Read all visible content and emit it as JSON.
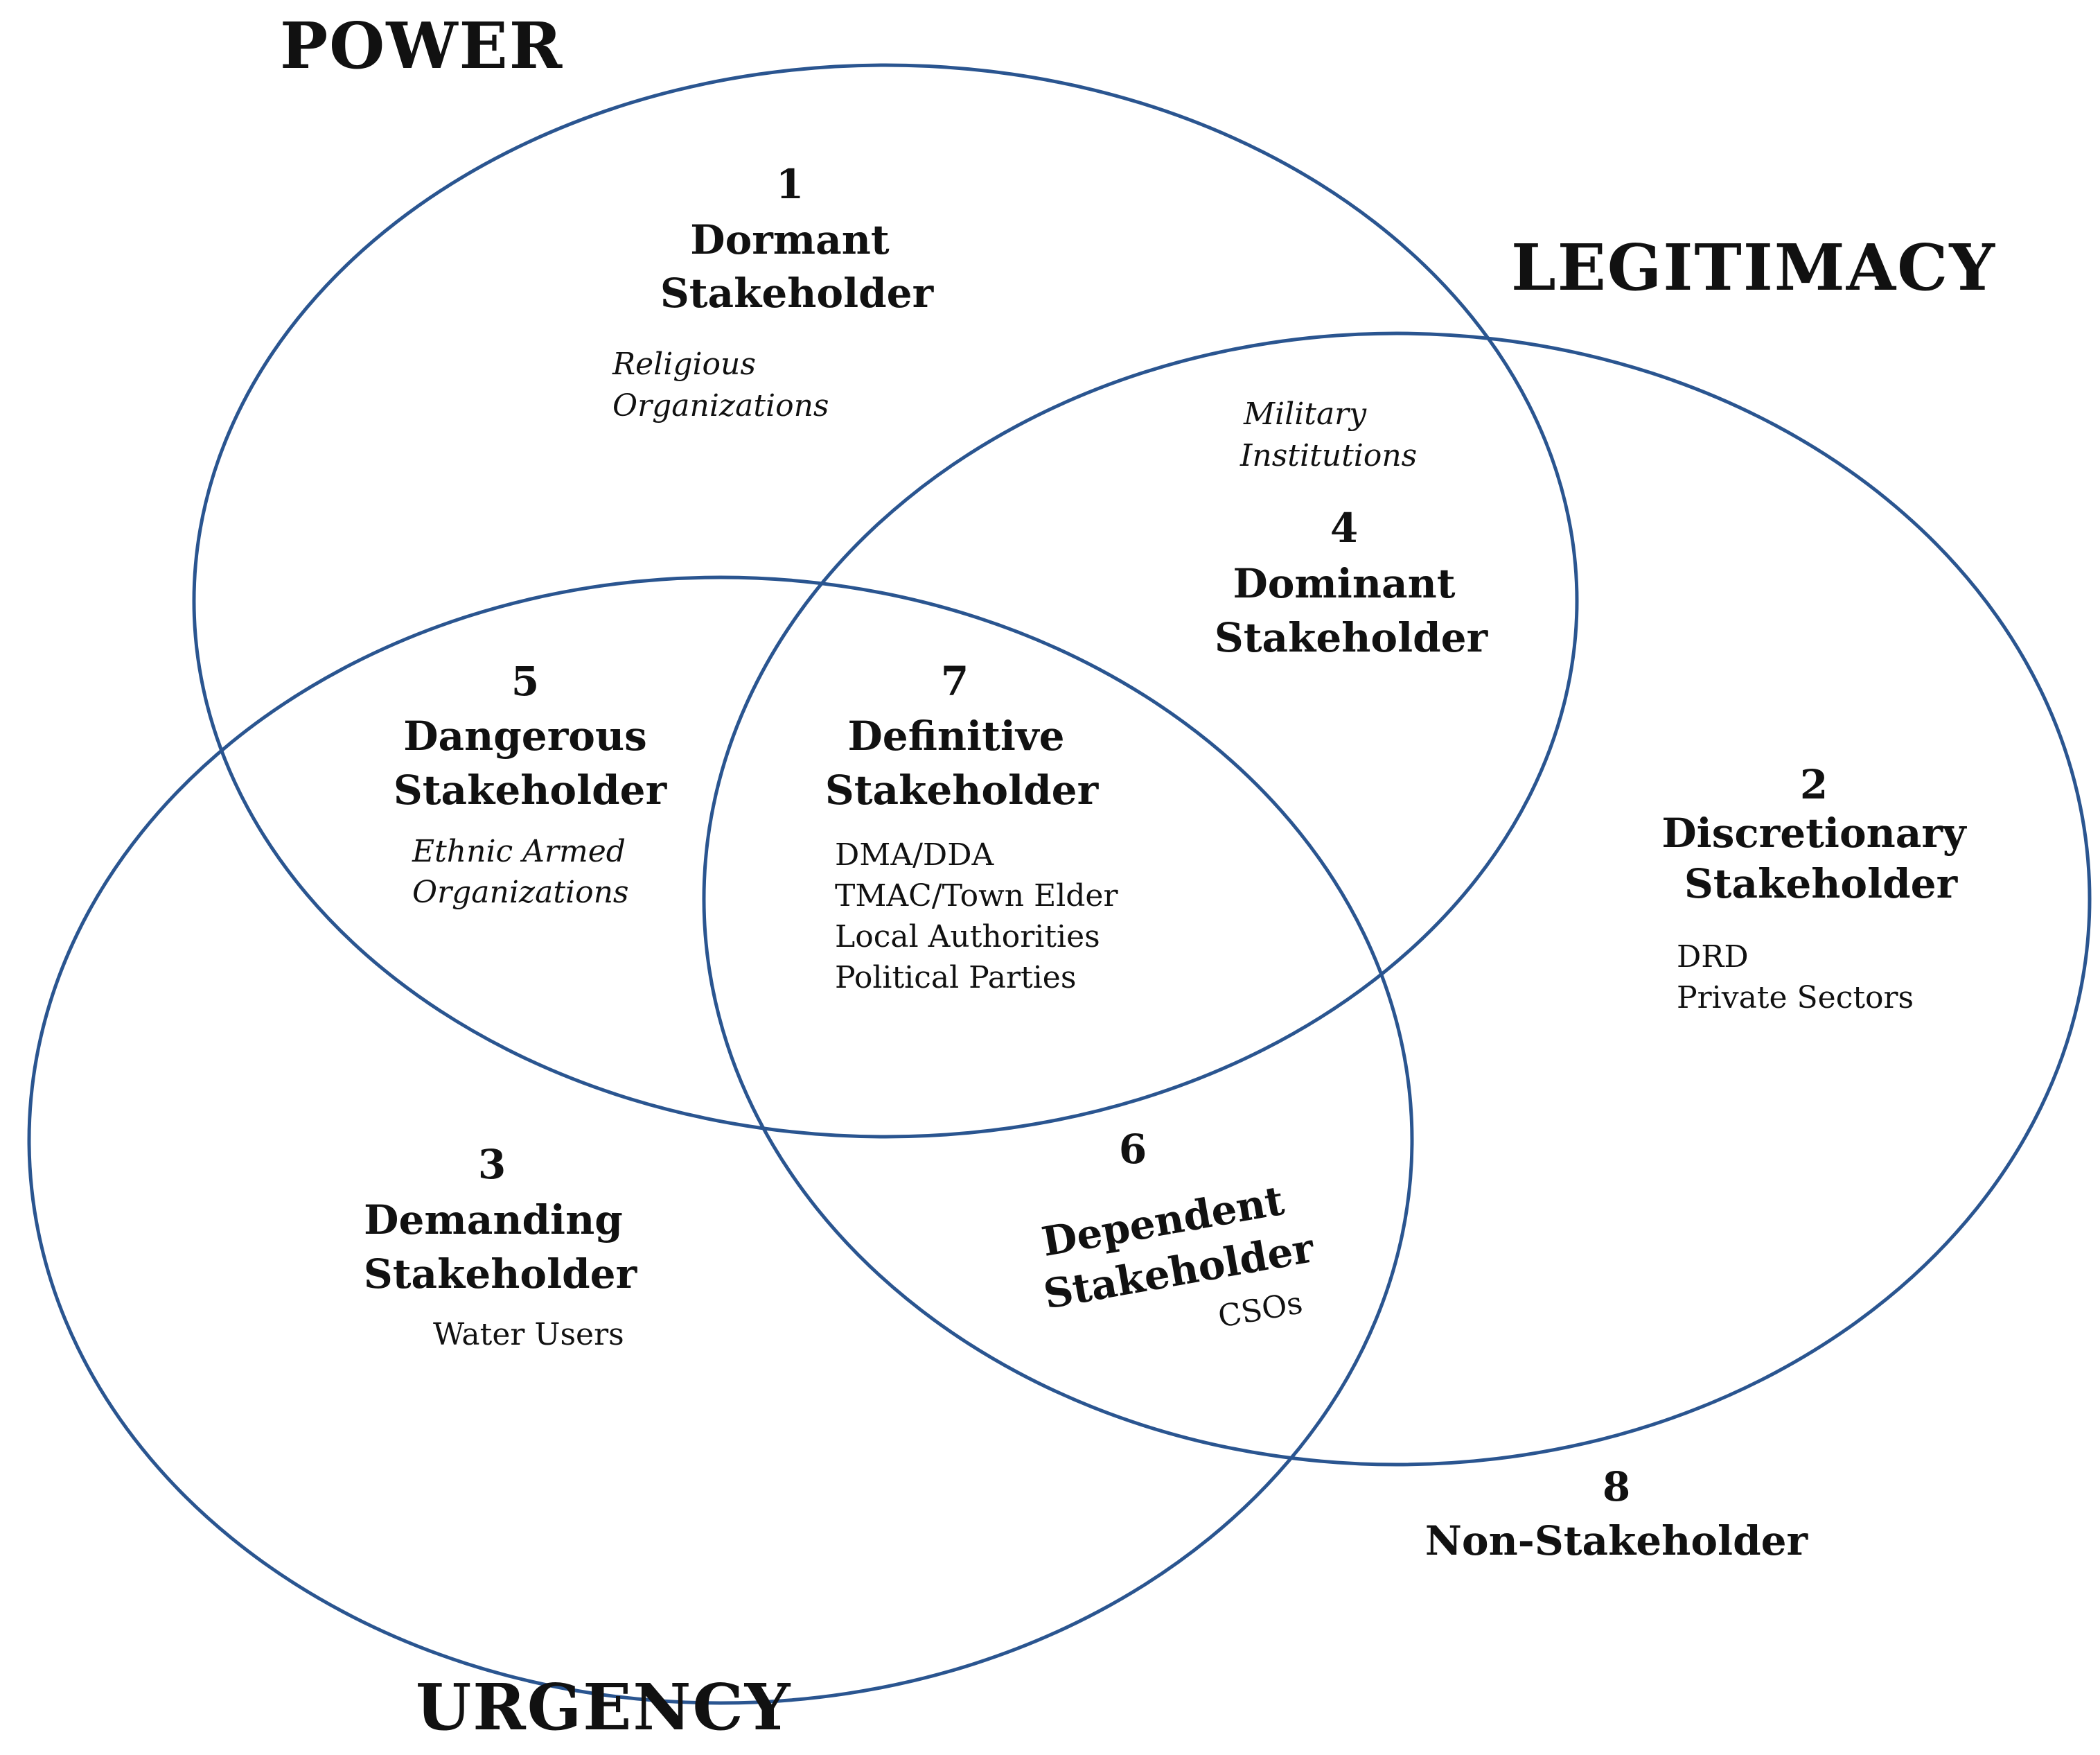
{
  "circles": [
    {
      "id": "power",
      "title": "POWER"
    },
    {
      "id": "legitimacy",
      "title": "LEGITIMACY"
    },
    {
      "id": "urgency",
      "title": "URGENCY"
    }
  ],
  "colors": {
    "circle_stroke": "#2a5590",
    "text": "#111111"
  },
  "regions": {
    "dormant": {
      "number": "1",
      "name_1": "Dormant",
      "name_2": "Stakeholder",
      "examples": [
        "Religious",
        "Organizations"
      ]
    },
    "discretionary": {
      "number": "2",
      "name_1": "Discretionary",
      "name_2": "Stakeholder",
      "examples": [
        "DRD",
        "Private Sectors"
      ]
    },
    "demanding": {
      "number": "3",
      "name_1": "Demanding",
      "name_2": "Stakeholder",
      "examples": [
        "Water Users"
      ]
    },
    "dominant": {
      "number": "4",
      "name_1": "Dominant",
      "name_2": "Stakeholder",
      "examples": [
        "Military",
        "Institutions"
      ]
    },
    "dangerous": {
      "number": "5",
      "name_1": "Dangerous",
      "name_2": "Stakeholder",
      "examples": [
        "Ethnic Armed",
        "Organizations"
      ]
    },
    "dependent": {
      "number": "6",
      "name_1": "Dependent",
      "name_2": "Stakeholder",
      "examples": [
        "CSOs"
      ]
    },
    "definitive": {
      "number": "7",
      "name_1": "Definitive",
      "name_2": "Stakeholder",
      "examples": [
        "DMA/DDA",
        "TMAC/Town Elder",
        "Local Authorities",
        "Political Parties"
      ]
    },
    "non": {
      "number": "8",
      "name_1": "Non-Stakeholder"
    }
  }
}
